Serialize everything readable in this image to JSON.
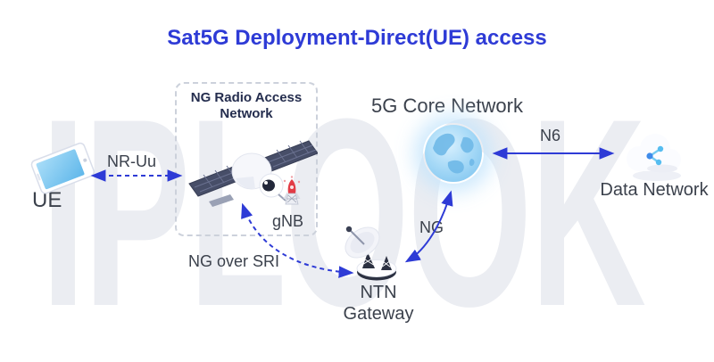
{
  "title": "Sat5G Deployment-Direct(UE) access",
  "watermark": "IPLOOK",
  "colors": {
    "accent": "#2e3bd6",
    "label": "#3b414c",
    "box-border": "#ccd1db",
    "box-title": "#242d4e",
    "watermark": "#ebedf2",
    "canvas-bg": "#ffffff",
    "globe-blue": "#7ec4ef",
    "panel-navy": "#474e68",
    "rocket-red": "#e23c46"
  },
  "nodes": {
    "ue": {
      "label": "UE",
      "icon": "smartphone-icon"
    },
    "ran": {
      "title": "NG Radio Access Network",
      "icon": "satellite-icon",
      "gnb": {
        "label": "gNB",
        "icon": "rocket-icon"
      }
    },
    "core": {
      "label": "5G Core Network",
      "icon": "globe-icon"
    },
    "data_network": {
      "label": "Data Network",
      "icon": "cloud-icon"
    },
    "ntn_gateway": {
      "label": "NTN Gateway",
      "icon": "satellite-dish-icon"
    }
  },
  "links": [
    {
      "label": "NR-Uu",
      "from": "UE",
      "to": "NG Radio Access Network",
      "line": "dashed",
      "bidirectional": true
    },
    {
      "label": "NG over SRI",
      "from": "NG Radio Access Network",
      "to": "NTN Gateway",
      "line": "dashed",
      "bidirectional": true
    },
    {
      "label": "NG",
      "from": "NTN Gateway",
      "to": "5G Core Network",
      "line": "solid",
      "bidirectional": true
    },
    {
      "label": "N6",
      "from": "5G Core Network",
      "to": "Data Network",
      "line": "solid",
      "bidirectional": true
    }
  ]
}
